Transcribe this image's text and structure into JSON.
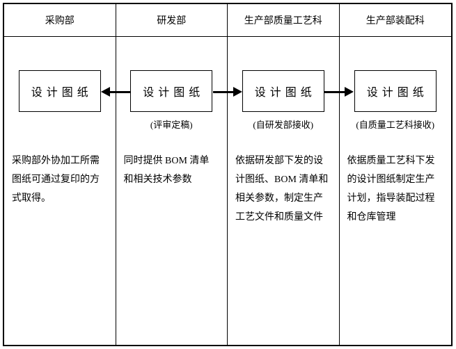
{
  "columns": [
    {
      "header": "采购部",
      "box_label": "设计图纸",
      "box_subtitle": "",
      "description_lines": [
        "采购部外协加工所需",
        "图纸可通过复印的方",
        "式取得。"
      ]
    },
    {
      "header": "研发部",
      "box_label": "设计图纸",
      "box_subtitle": "(评审定稿)",
      "description_lines": [
        "同时提供 BOM 清单",
        "和相关技术参数"
      ]
    },
    {
      "header": "生产部质量工艺科",
      "box_label": "设计图纸",
      "box_subtitle": "(自研发部接收)",
      "description_lines": [
        "依据研发部下发的设",
        "计图纸、BOM 清单和",
        "相关参数，制定生产",
        "工艺文件和质量文件"
      ]
    },
    {
      "header": "生产部装配科",
      "box_label": "设计图纸",
      "box_subtitle": "(自质量工艺科接收)",
      "description_lines": [
        "依据质量工艺科下发",
        "的设计图纸制定生产",
        "计划，指导装配过程",
        "和仓库管理"
      ]
    }
  ],
  "arrows": [
    {
      "from": "研发部",
      "to": "采购部",
      "direction": "left"
    },
    {
      "from": "研发部",
      "to": "生产部质量工艺科",
      "direction": "right"
    },
    {
      "from": "生产部质量工艺科",
      "to": "生产部装配科",
      "direction": "right"
    }
  ],
  "colors": {
    "border": "#000000",
    "text": "#000000",
    "background": "#ffffff"
  }
}
